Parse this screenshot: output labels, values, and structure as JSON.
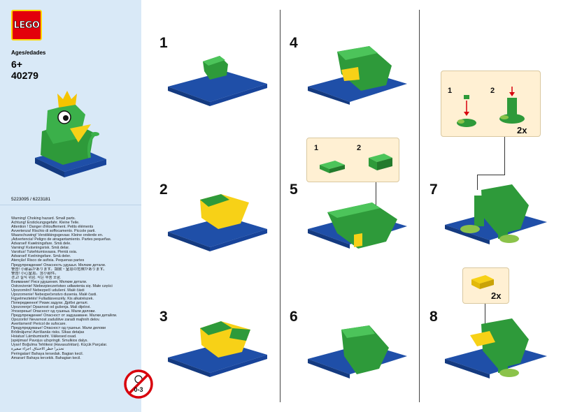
{
  "brand": {
    "logo_text": "LEGO",
    "ages_label": "Ages/edades",
    "age_value": "6+",
    "set_number": "40279",
    "codes": "5223095 / 6223181",
    "age_warning_badge": "0-3",
    "brand_red": "#e3000b",
    "brand_yellow": "#ffd500"
  },
  "warnings": [
    "Warning! Choking hazard. Small parts.",
    "Achtung! Erstickungsgefahr. Kleine Teile.",
    "Attention ! Danger d'étouffement. Petits éléments",
    "Avvertenza! Rischio di soffocamento. Piccole parti.",
    "Waarschuwing! Verstikkingsgevaar. Kleine onderde en.",
    "¡Advertencia! Peligro de atragantamiento. Partes pequeñas.",
    "Advarsel! Kvælningsfare. Små dele.",
    "Varning! Kvävningsrisk. Små delar.",
    "Varoitus! Tukehtumisvaara. Pieniä osia.",
    "Advarsel! Kvelningsfare. Små deler.",
    "Atenção! Risco de asfixia. Pequenas partes",
    "Предупреждение! Опасность удушья. Мелкие детали.",
    "警告! 小部品があります。誤飲・窒息の危険があります。",
    "警告! 小心窒息。含小部件。",
    "경고! 질식 위험. 작은 부품 포함.",
    "Внимание! Риск удушения. Мелкие детали.",
    "Ostrzeżenie! Niebezpieczeństwo udławienia się. Małe części",
    "Upozornění! Nebezpečí udušení. Malé části",
    "Upozornenie! Nebezpečenstvo dusenia. Malé časti.",
    "Figyelmeztetés! Fulladásveszély. Kis alkatrészek.",
    "Попередження! Ризик задухи. Дрібні деталі.",
    "Upozorenje! Opasnost od gušenja. Mali dijelovi.",
    "Упозорење! Опасност од гушења. Мали делови.",
    "Предупреждение! Опасност от задушаване. Малки детайли.",
    "Opozorilo! Nevarnost zadušitve zaradi majhnih delov.",
    "Avertisment! Pericol de sufocare.",
    "Предупредување! Опасност од гушење. Мали делови",
    "Brīdinājums! Aizrīšanās risks. Sīkas detaļas",
    "Hoiatus! Lämbumisoht. Väikesed osad.",
    "Įspėjimas! Pavojus užspringti. Smulkios dalys.",
    "Uyarı! Boğulma Tehlikesi (Havasızlıktan). Küçük Parçalar.",
    "تحذير! خطر الاختناق. أجزاء صغيرة",
    "Peringatan! Bahaya tersedak. Bagian kecil.",
    "Amaran! Bahaya tercekik. Bahagian kecil."
  ],
  "steps": [
    {
      "number": "1"
    },
    {
      "number": "2"
    },
    {
      "number": "3"
    },
    {
      "number": "4"
    },
    {
      "number": "5"
    },
    {
      "number": "6"
    },
    {
      "number": "7"
    },
    {
      "number": "8"
    }
  ],
  "callouts": {
    "step5": {
      "sub1": "1",
      "sub2": "2"
    },
    "step7": {
      "sub1": "1",
      "sub2": "2",
      "qty": "2x"
    },
    "step8": {
      "qty": "2x"
    }
  },
  "colors": {
    "blue_plate": "#1f4fa8",
    "green_brick": "#2e9a3a",
    "yellow_brick": "#f7d117",
    "panel_bg": "#d9e9f7",
    "callout_bg": "#fff0d3"
  }
}
